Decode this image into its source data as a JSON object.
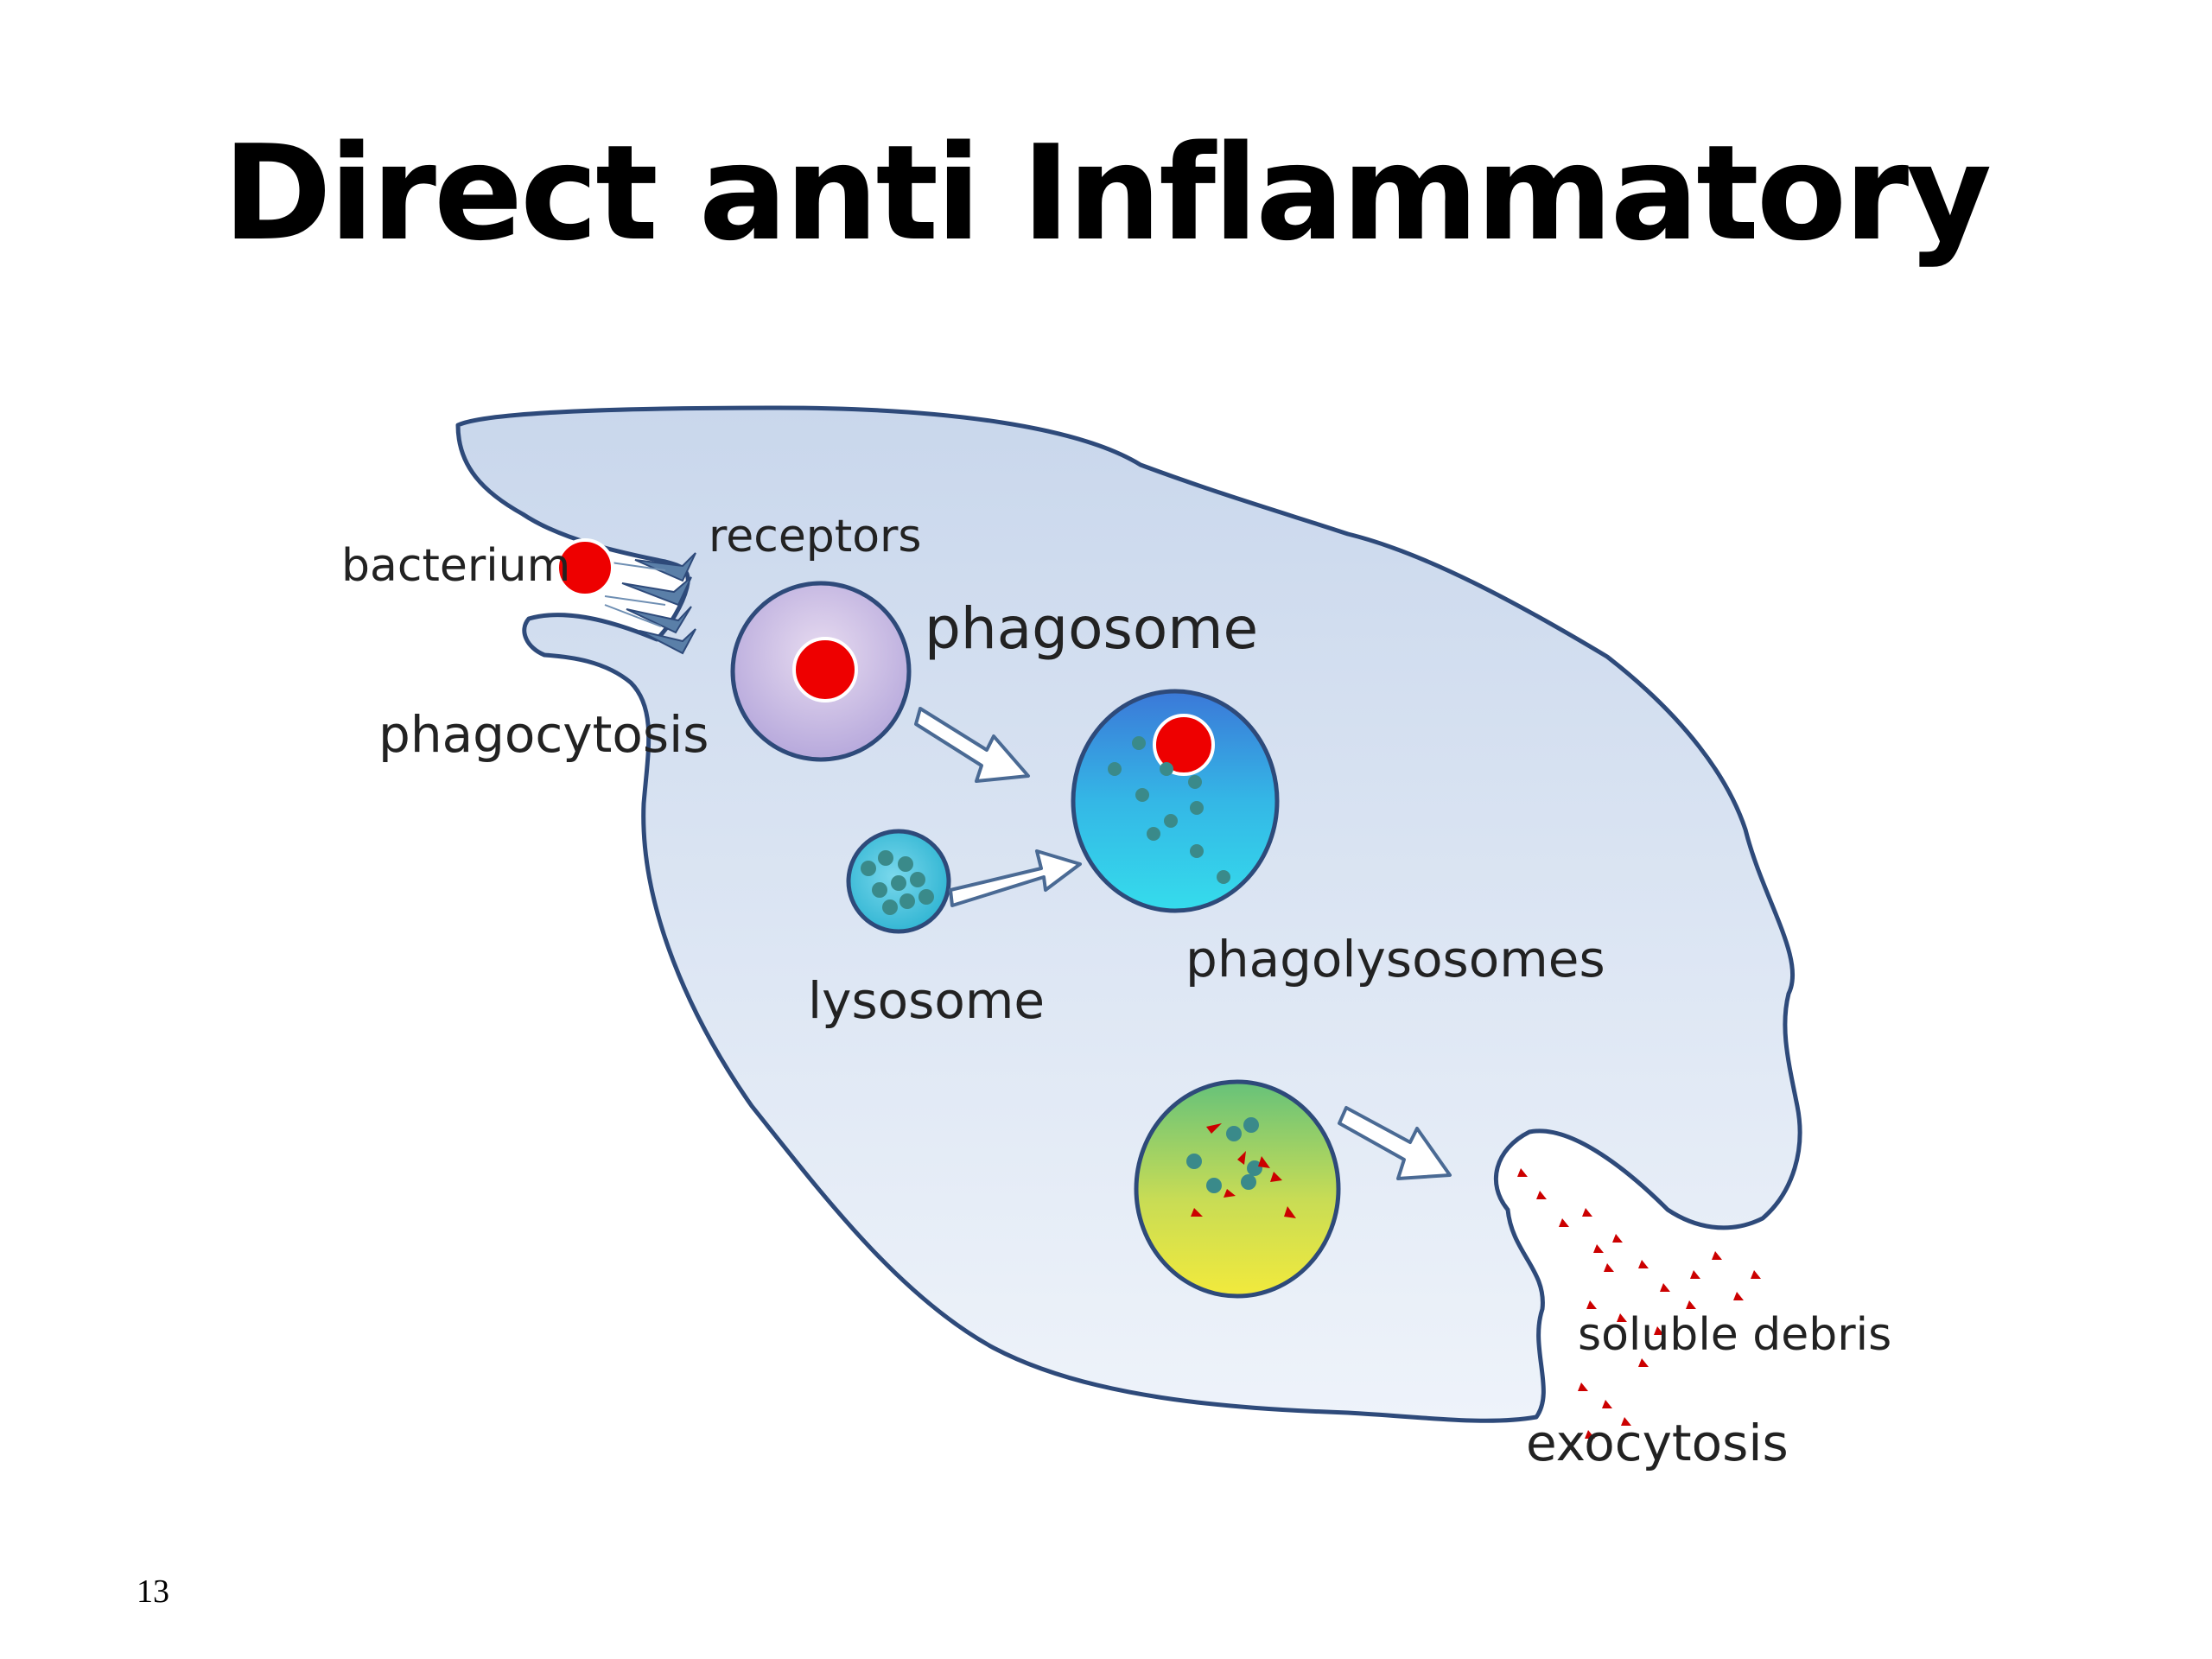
{
  "slide": {
    "title": "Direct anti Inflammatory",
    "page_number": "13"
  },
  "diagram": {
    "labels": {
      "bacterium": "bacterium",
      "receptors": "receptors",
      "phagosome": "phagosome",
      "phagocytosis": "phagocytosis",
      "lysosome": "lysosome",
      "phagolysosomes": "phagolysosomes",
      "soluble_debris": "soluble debris",
      "exocytosis": "exocytosis"
    },
    "colors": {
      "cell_fill": "#dbe6f4",
      "outline": "#2e4a7a",
      "bacterium": "#ee0000",
      "enzyme_granule": "#3a8a8a",
      "debris": "#cc0000"
    }
  }
}
